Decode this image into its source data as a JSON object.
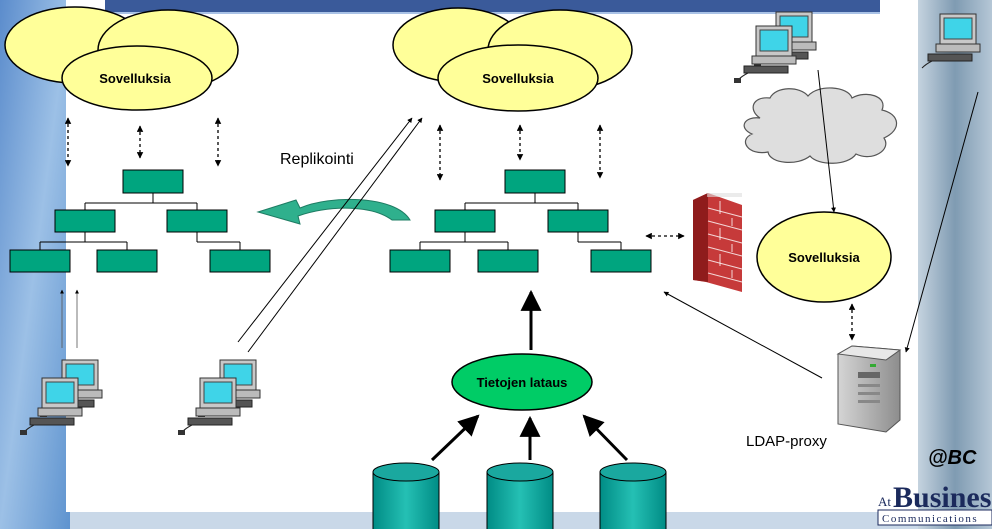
{
  "app_clouds": [
    {
      "label": "Sovelluksia"
    },
    {
      "label": "Sovelluksia"
    },
    {
      "label": "Sovelluksia"
    }
  ],
  "replication_label": "Replikointi",
  "data_load_label": "Tietojen lataus",
  "ldap_proxy_label": "LDAP-proxy",
  "logo": {
    "abc": "@BC",
    "at": "At",
    "business": "Business",
    "communications": "Communications"
  },
  "colors": {
    "tree_node": "#00a57f",
    "cloud_fill": "#ffff99",
    "data_load_fill": "#00cc66",
    "database_fill": "#00a99d",
    "replication_arrow": "#2fb08d",
    "firewall": "#cc2a2a",
    "header_bar": "#3a5a9a",
    "background_left": "#7aa7d8",
    "background_right": "#9fb6c8"
  },
  "icons": [
    "workstation-icon",
    "server-icon",
    "firewall-icon",
    "internet-cloud-icon",
    "database-icon"
  ]
}
